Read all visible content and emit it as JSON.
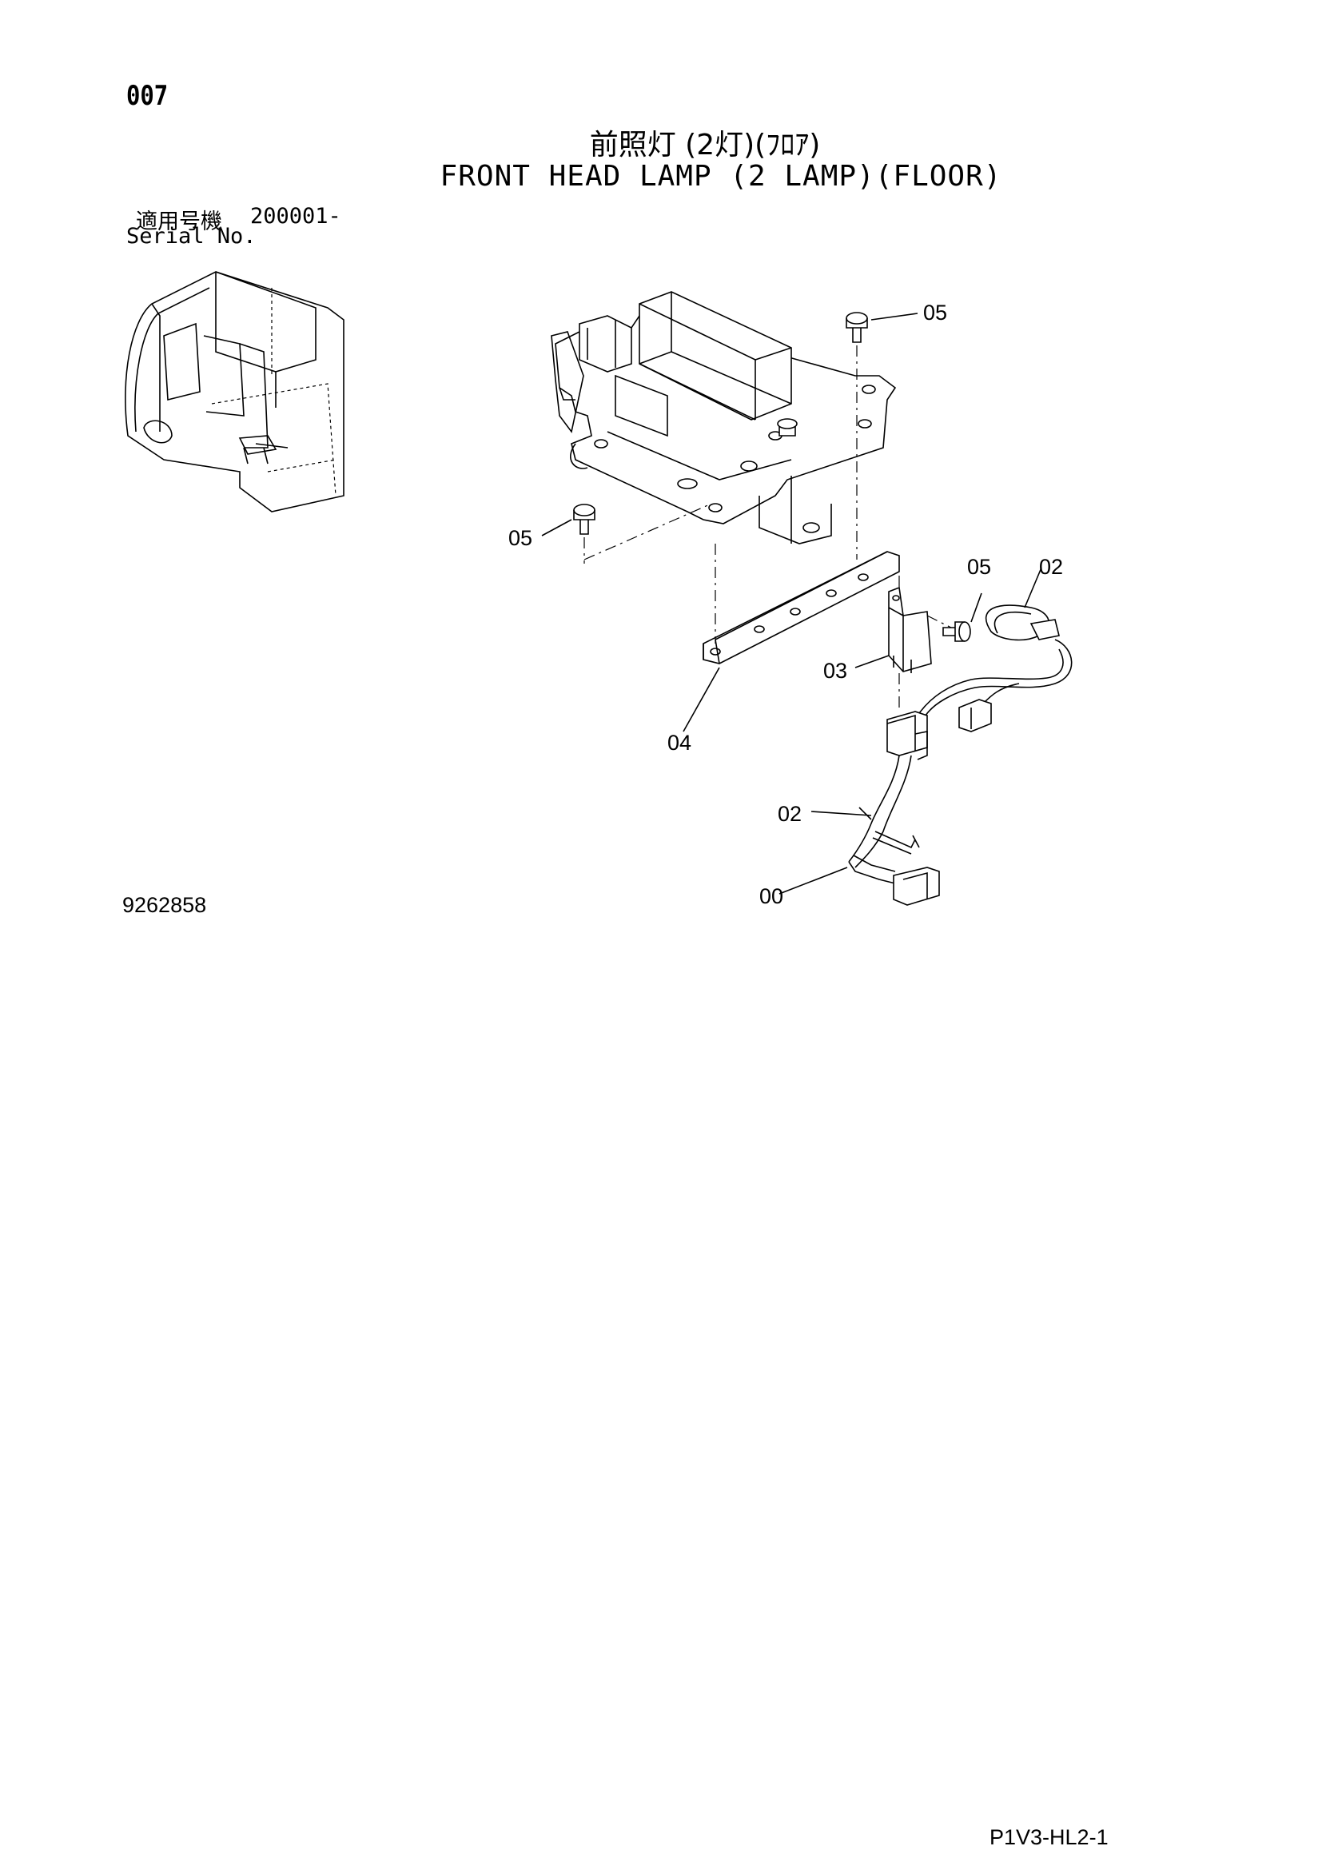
{
  "page": {
    "number": "007",
    "title_jp": "前照灯 (2灯)(ﾌﾛｱ)",
    "title_en": "FRONT HEAD LAMP (2 LAMP)(FLOOR)",
    "serial_label_jp": "適用号機",
    "serial_range": "200001-",
    "serial_label_en": "Serial No.",
    "drawing_ref": "9262858",
    "footer_code": "P1V3-HL2-1"
  },
  "callouts": {
    "c05_top": "05",
    "c05_left": "05",
    "c05_right": "05",
    "c02_top": "02",
    "c03": "03",
    "c04": "04",
    "c02_bottom": "02",
    "c00": "00"
  }
}
